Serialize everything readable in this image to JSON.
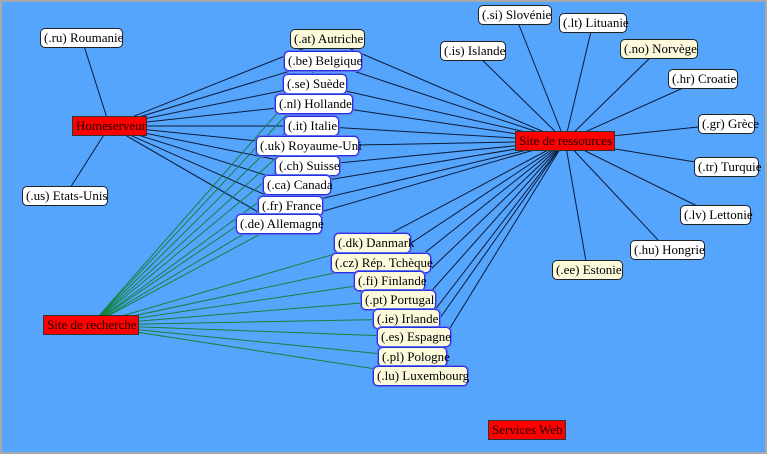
{
  "colors": {
    "background": "#55a5fd",
    "hub": "#ff0000",
    "edge_default": "#0a1a3a",
    "edge_search": "#11823b"
  },
  "hubs": [
    {
      "id": "home",
      "label": "Homeserveur"
    },
    {
      "id": "search",
      "label": "Site de recherche"
    },
    {
      "id": "res",
      "label": "Site de ressources"
    },
    {
      "id": "web",
      "label": "Services Web"
    }
  ],
  "countries": [
    {
      "id": "ru",
      "label": "(.ru) Roumanie",
      "style": "white"
    },
    {
      "id": "us",
      "label": "(.us) Etats-Unis",
      "style": "white"
    },
    {
      "id": "at",
      "label": "(.at) Autriche",
      "style": "ivory"
    },
    {
      "id": "be",
      "label": "(.be) Belgique",
      "style": "white blueb"
    },
    {
      "id": "se",
      "label": "(.se) Suède",
      "style": "white blueb"
    },
    {
      "id": "nl",
      "label": "(.nl) Hollande",
      "style": "white blueb"
    },
    {
      "id": "it",
      "label": "(.it) Italie",
      "style": "white blueb"
    },
    {
      "id": "uk",
      "label": "(.uk) Royaume-Uni",
      "style": "white blueb"
    },
    {
      "id": "ch",
      "label": "(.ch) Suisse",
      "style": "white blueb"
    },
    {
      "id": "ca",
      "label": "(.ca) Canada",
      "style": "white blueb"
    },
    {
      "id": "fr",
      "label": "(.fr) France",
      "style": "white blueb"
    },
    {
      "id": "de",
      "label": "(.de) Allemagne",
      "style": "white blueb"
    },
    {
      "id": "dk",
      "label": "(.dk) Danmark",
      "style": "ivory blueb"
    },
    {
      "id": "cz",
      "label": "(.cz) Rép. Tchèque",
      "style": "ivory blueb"
    },
    {
      "id": "fi",
      "label": "(.fi) Finlande",
      "style": "ivory blueb"
    },
    {
      "id": "pt",
      "label": "(.pt) Portugal",
      "style": "ivory blueb"
    },
    {
      "id": "ie",
      "label": "(.ie) Irlande",
      "style": "ivory blueb"
    },
    {
      "id": "es",
      "label": "(.es) Espagne",
      "style": "ivory blueb"
    },
    {
      "id": "pl",
      "label": "(.pl) Pologne",
      "style": "ivory blueb"
    },
    {
      "id": "lu",
      "label": "(.lu) Luxembourg",
      "style": "ivory blueb"
    },
    {
      "id": "si",
      "label": "(.si) Slovénie",
      "style": "white"
    },
    {
      "id": "lt",
      "label": "(.lt) Lituanie",
      "style": "white"
    },
    {
      "id": "is",
      "label": "(.is) Islande",
      "style": "white"
    },
    {
      "id": "no",
      "label": "(.no) Norvège",
      "style": "ivory"
    },
    {
      "id": "hr",
      "label": "(.hr) Croatie",
      "style": "white"
    },
    {
      "id": "gr",
      "label": "(.gr) Grèce",
      "style": "white"
    },
    {
      "id": "tr",
      "label": "(.tr) Turquie",
      "style": "white"
    },
    {
      "id": "lv",
      "label": "(.lv) Lettonie",
      "style": "white"
    },
    {
      "id": "hu",
      "label": "(.hu) Hongrie",
      "style": "white"
    },
    {
      "id": "ee",
      "label": "(.ee) Estonie",
      "style": "ivory"
    }
  ],
  "edges": [
    [
      "home",
      "ru"
    ],
    [
      "home",
      "us"
    ],
    [
      "home",
      "at"
    ],
    [
      "home",
      "be"
    ],
    [
      "home",
      "se"
    ],
    [
      "home",
      "nl"
    ],
    [
      "home",
      "it"
    ],
    [
      "home",
      "uk"
    ],
    [
      "home",
      "ch"
    ],
    [
      "home",
      "ca"
    ],
    [
      "home",
      "fr"
    ],
    [
      "home",
      "de"
    ],
    [
      "search",
      "be"
    ],
    [
      "search",
      "se"
    ],
    [
      "search",
      "nl"
    ],
    [
      "search",
      "it"
    ],
    [
      "search",
      "uk"
    ],
    [
      "search",
      "ch"
    ],
    [
      "search",
      "ca"
    ],
    [
      "search",
      "fr"
    ],
    [
      "search",
      "de"
    ],
    [
      "search",
      "dk"
    ],
    [
      "search",
      "cz"
    ],
    [
      "search",
      "fi"
    ],
    [
      "search",
      "pt"
    ],
    [
      "search",
      "ie"
    ],
    [
      "search",
      "es"
    ],
    [
      "search",
      "pl"
    ],
    [
      "search",
      "lu"
    ],
    [
      "res",
      "at"
    ],
    [
      "res",
      "be"
    ],
    [
      "res",
      "se"
    ],
    [
      "res",
      "nl"
    ],
    [
      "res",
      "it"
    ],
    [
      "res",
      "uk"
    ],
    [
      "res",
      "ch"
    ],
    [
      "res",
      "ca"
    ],
    [
      "res",
      "fr"
    ],
    [
      "res",
      "de"
    ],
    [
      "res",
      "dk"
    ],
    [
      "res",
      "cz"
    ],
    [
      "res",
      "fi"
    ],
    [
      "res",
      "pt"
    ],
    [
      "res",
      "ie"
    ],
    [
      "res",
      "es"
    ],
    [
      "res",
      "pl"
    ],
    [
      "res",
      "lu"
    ],
    [
      "res",
      "si"
    ],
    [
      "res",
      "lt"
    ],
    [
      "res",
      "is"
    ],
    [
      "res",
      "no"
    ],
    [
      "res",
      "hr"
    ],
    [
      "res",
      "gr"
    ],
    [
      "res",
      "tr"
    ],
    [
      "res",
      "lv"
    ],
    [
      "res",
      "hu"
    ],
    [
      "res",
      "ee"
    ]
  ]
}
